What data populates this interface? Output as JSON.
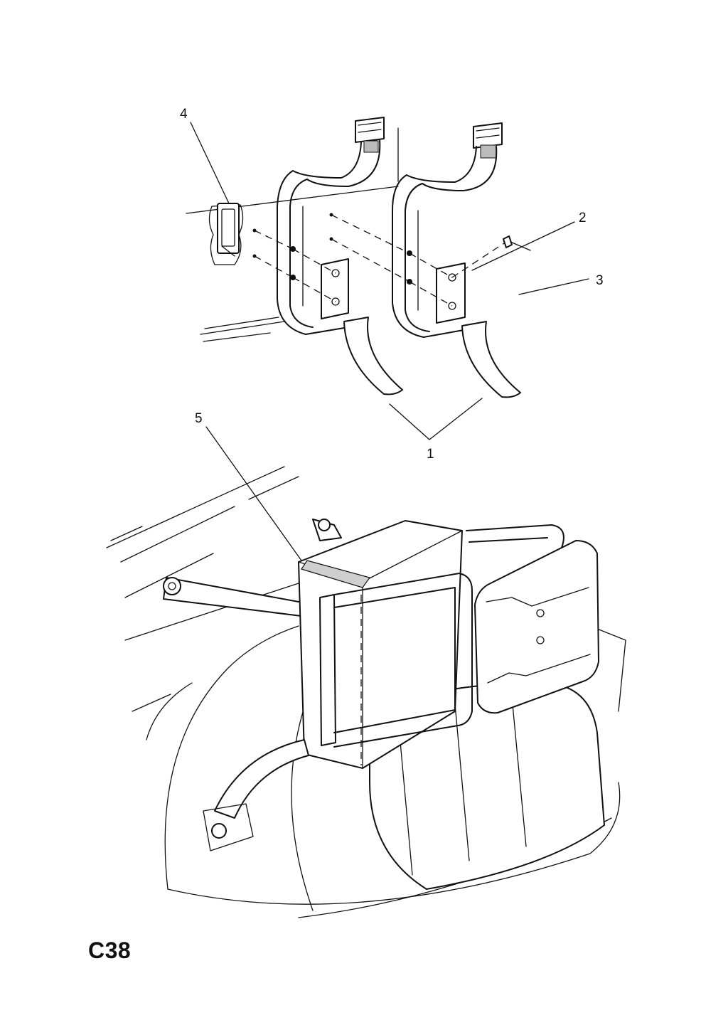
{
  "callouts": [
    {
      "id": "1",
      "label": "1"
    },
    {
      "id": "2",
      "label": "2"
    },
    {
      "id": "3",
      "label": "3"
    },
    {
      "id": "4",
      "label": "4"
    },
    {
      "id": "5",
      "label": "5"
    }
  ],
  "page_code": "C38"
}
